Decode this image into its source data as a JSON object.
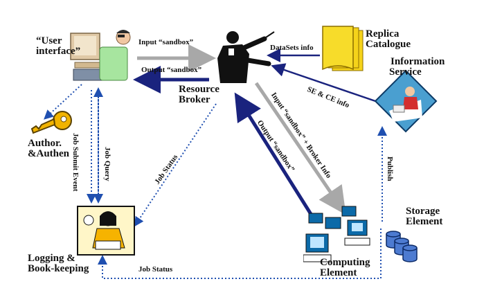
{
  "nodes": {
    "user_interface": [
      "“User",
      "interface”"
    ],
    "resource_broker": [
      "Resource",
      "Broker"
    ],
    "replica_catalogue": [
      "Replica",
      "Catalogue"
    ],
    "information_service": [
      "Information",
      "Service"
    ],
    "author_authen": [
      "Author.",
      "&Authen"
    ],
    "logging": [
      "Logging &",
      "Book-keeping"
    ],
    "computing_element": [
      "Computing",
      "Element"
    ],
    "storage_element": [
      "Storage",
      "Element"
    ]
  },
  "edges": {
    "input_sandbox": "Input “sandbox”",
    "output_sandbox": "Output “sandbox”",
    "datasets_info": "DataSets info",
    "se_ce_info": "SE & CE info",
    "job_submit_event": "Job Submit Event",
    "job_query": "Job Query",
    "job_status_rb": "Job Status",
    "input_sandbox_broker": "Input “sandbox” + Broker Info",
    "output_sandbox_ce": "Output “sandbox”",
    "publish": "Publish",
    "job_status_ce": "Job Status"
  },
  "colors": {
    "navy": "#1a237e",
    "gray": "#a8a8a8",
    "blue_dotted": "#1f4fb0"
  }
}
